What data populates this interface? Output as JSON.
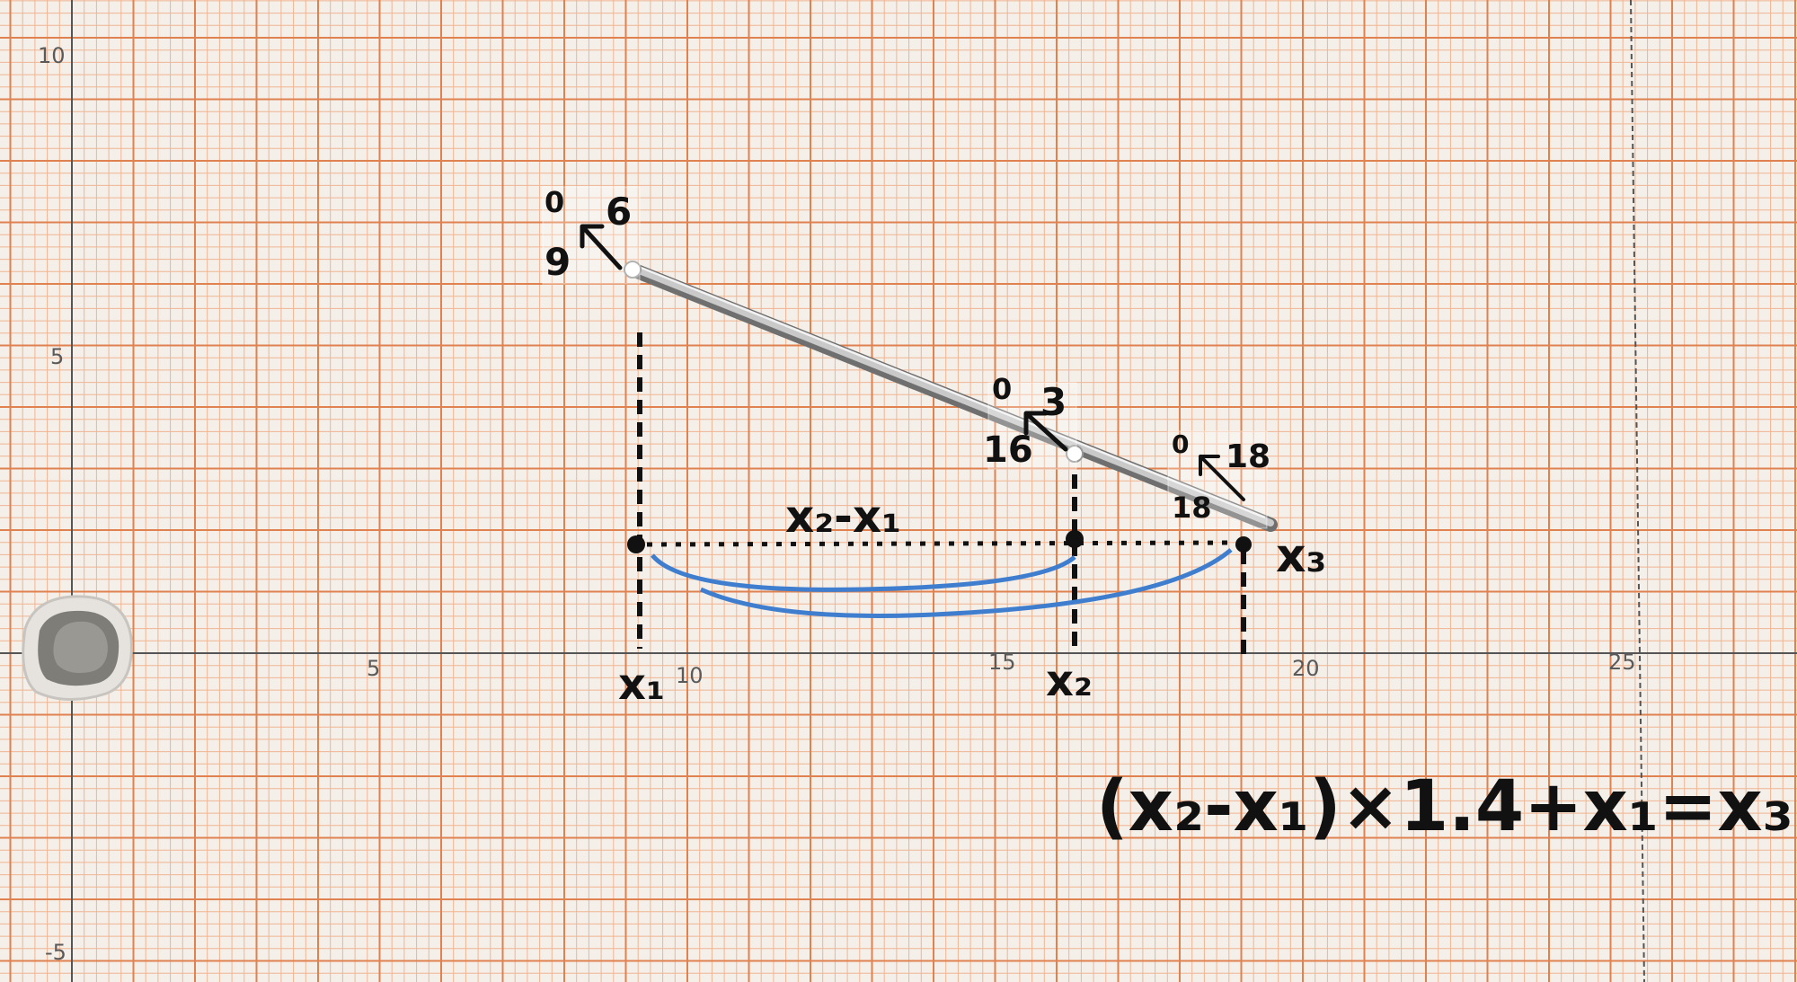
{
  "axis_labels": {
    "y": [
      "10",
      "5",
      "-5"
    ],
    "x": [
      "5",
      "10",
      "15",
      "20",
      "25"
    ]
  },
  "annotations": {
    "pin_top": {
      "top": "0",
      "right": "6",
      "left": "9"
    },
    "pin_mid": {
      "top": "0",
      "right": "3",
      "left": "16"
    },
    "pin_low": {
      "top": "0",
      "right": "18",
      "left": "18"
    },
    "x1": "x₁",
    "x2": "x₂",
    "x3": "x₃",
    "span": "x₂-x₁",
    "formula": "(x₂-x₁)×1.4+x₁=x₃"
  },
  "colors": {
    "paper": "#f4efe9",
    "grid_major": "#e0824f",
    "grid_minor": "#f0b592",
    "ink": "#111111",
    "blue_ink": "#3f7ecf",
    "axis": "#555555"
  }
}
